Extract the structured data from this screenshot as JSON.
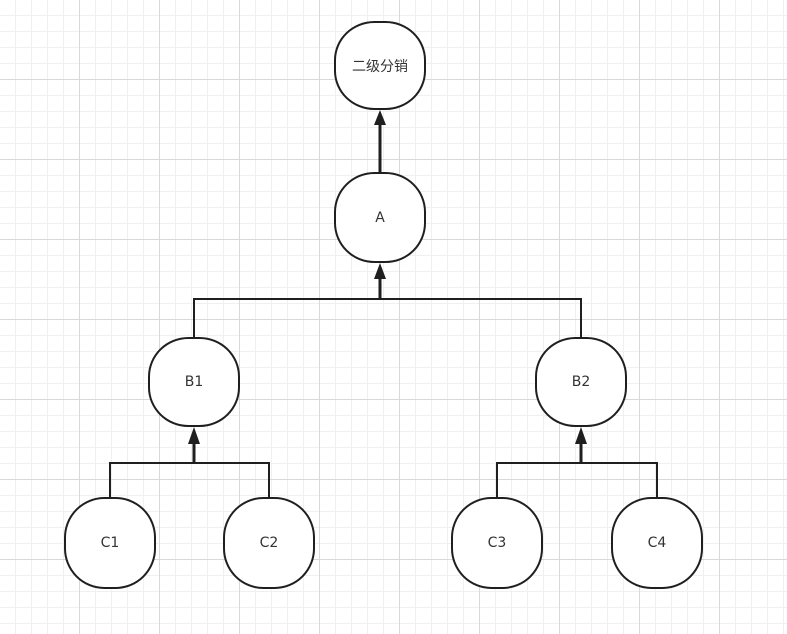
{
  "diagram": {
    "nodes": {
      "root": {
        "label": "二级分销"
      },
      "a": {
        "label": "A"
      },
      "b1": {
        "label": "B1"
      },
      "b2": {
        "label": "B2"
      },
      "c1": {
        "label": "C1"
      },
      "c2": {
        "label": "C2"
      },
      "c3": {
        "label": "C3"
      },
      "c4": {
        "label": "C4"
      }
    },
    "edges": [
      {
        "from": "a",
        "to": "root"
      },
      {
        "from": "b1",
        "to": "a"
      },
      {
        "from": "b2",
        "to": "a"
      },
      {
        "from": "c1",
        "to": "b1"
      },
      {
        "from": "c2",
        "to": "b1"
      },
      {
        "from": "c3",
        "to": "b2"
      },
      {
        "from": "c4",
        "to": "b2"
      }
    ]
  }
}
